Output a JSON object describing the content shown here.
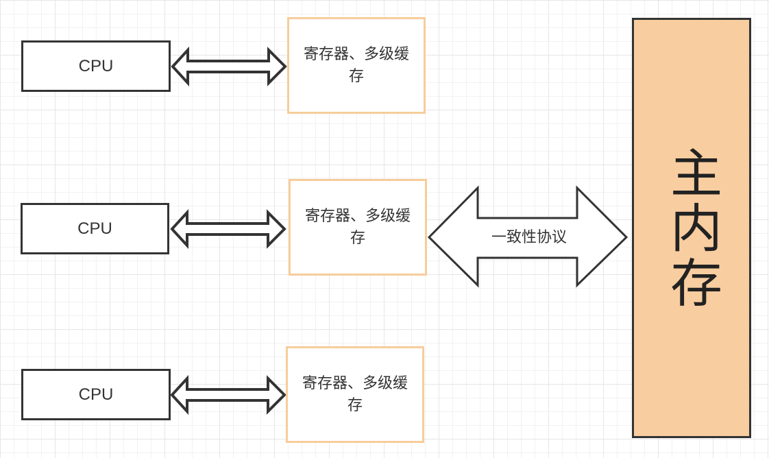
{
  "diagram": {
    "cpus": [
      {
        "label": "CPU"
      },
      {
        "label": "CPU"
      },
      {
        "label": "CPU"
      }
    ],
    "caches": [
      {
        "label": "寄存器、多级缓存"
      },
      {
        "label": "寄存器、多级缓存"
      },
      {
        "label": "寄存器、多级缓存"
      }
    ],
    "protocol_label": "一致性协议",
    "memory_label": "主内存",
    "colors": {
      "cache_border": "#f7cd9b",
      "memory_fill": "#f8cda0",
      "outline": "#333333"
    }
  }
}
